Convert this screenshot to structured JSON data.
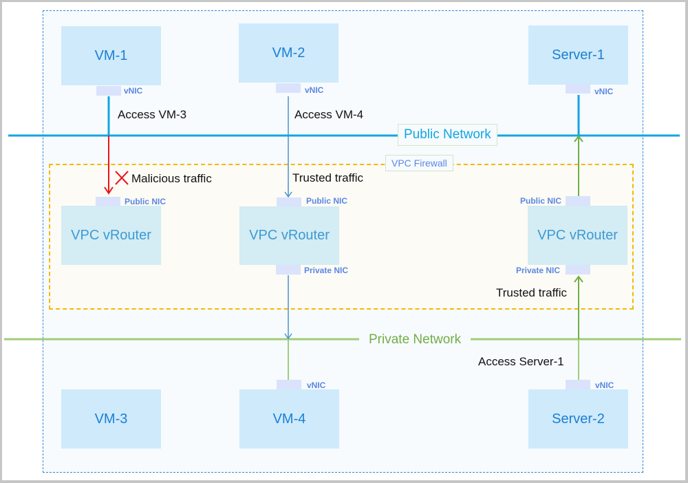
{
  "diagram": {
    "title": "VPC Firewall traffic control",
    "networks": {
      "public": "Public Network",
      "private": "Private Network",
      "firewall": "VPC Firewall"
    },
    "colors": {
      "public_line": "#10a6e0",
      "private_line": "#9fcd7a",
      "malicious": "#e8141b",
      "trusted_blue": "#4a8fd0",
      "trusted_green": "#6fae44",
      "firewall_border": "#f5b800",
      "vpc_border": "#2a86d6"
    },
    "top_nodes": [
      {
        "label": "VM-1",
        "nic": "vNIC"
      },
      {
        "label": "VM-2",
        "nic": "vNIC"
      },
      {
        "label": "Server-1",
        "nic": "vNIC"
      }
    ],
    "routers": [
      {
        "label": "VPC vRouter",
        "public_nic": "Public NIC"
      },
      {
        "label": "VPC vRouter",
        "public_nic": "Public NIC",
        "private_nic": "Private NIC"
      },
      {
        "label": "VPC vRouter",
        "public_nic": "Public NIC",
        "private_nic": "Private NIC"
      }
    ],
    "bottom_nodes": [
      {
        "label": "VM-3"
      },
      {
        "label": "VM-4",
        "nic": "vNIC"
      },
      {
        "label": "Server-2",
        "nic": "vNIC"
      }
    ],
    "flows": {
      "access_vm3": "Access VM-3",
      "access_vm4": "Access VM-4",
      "malicious": "Malicious traffic",
      "trusted_1": "Trusted traffic",
      "trusted_2": "Trusted traffic",
      "access_server1": "Access Server-1"
    }
  }
}
